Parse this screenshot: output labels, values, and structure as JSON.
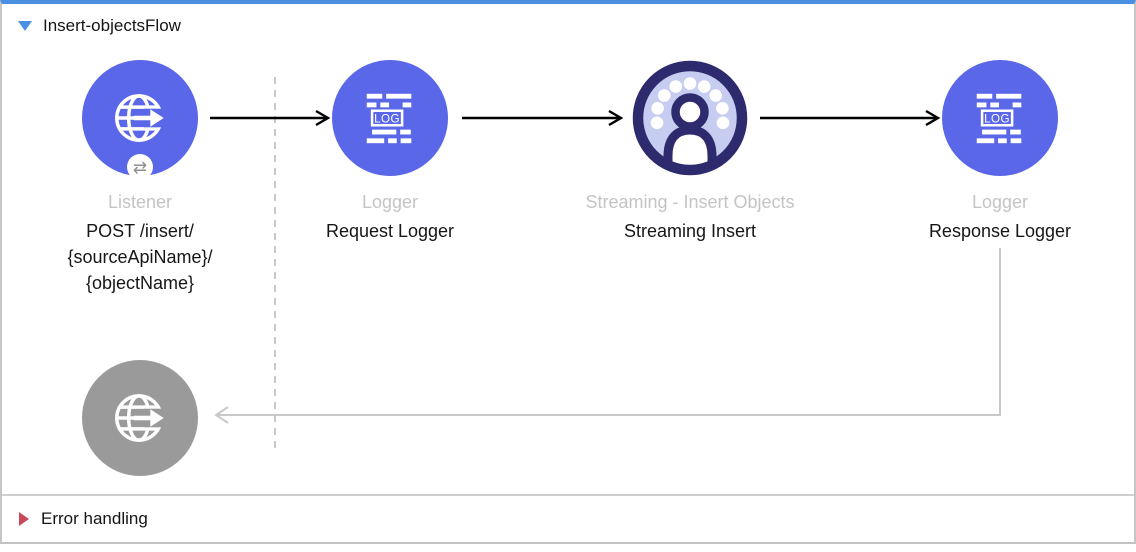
{
  "flow": {
    "title": "Insert-objectsFlow",
    "collapse_state": "expanded",
    "nodes": [
      {
        "id": "listener",
        "icon": "http-listener-globe-icon",
        "badge_glyph": "⇄",
        "type_label": "Listener",
        "caption_lines": [
          "POST /insert/",
          "{sourceApiName}/",
          "{objectName}"
        ]
      },
      {
        "id": "request-logger",
        "icon": "logger-log-icon",
        "icon_text": "LOG",
        "type_label": "Logger",
        "caption": "Request Logger"
      },
      {
        "id": "streaming-insert",
        "icon": "user-dots-connector-icon",
        "type_label": "Streaming - Insert Objects",
        "caption": "Streaming Insert"
      },
      {
        "id": "response-logger",
        "icon": "logger-log-icon",
        "icon_text": "LOG",
        "type_label": "Logger",
        "caption": "Response Logger"
      },
      {
        "id": "response-endpoint",
        "icon": "http-listener-globe-icon",
        "disabled": true
      }
    ]
  },
  "error_handling": {
    "title": "Error handling",
    "collapse_state": "collapsed"
  },
  "colors": {
    "node_blue": "#5A67E9",
    "node_gray": "#9A9A9A",
    "streaming_ring": "#2E2A6E",
    "streaming_fill": "#C7CDF1",
    "muted_label": "#C4C4C4",
    "text_dark": "#151515",
    "focus_bar_blue": "#4A8FE2",
    "flow_triangle_blue": "#4A90E2",
    "error_triangle_red": "#C7495A",
    "connector_black": "#000000",
    "connector_gray": "#C9C9C9",
    "border_gray": "#C6C6C6"
  }
}
